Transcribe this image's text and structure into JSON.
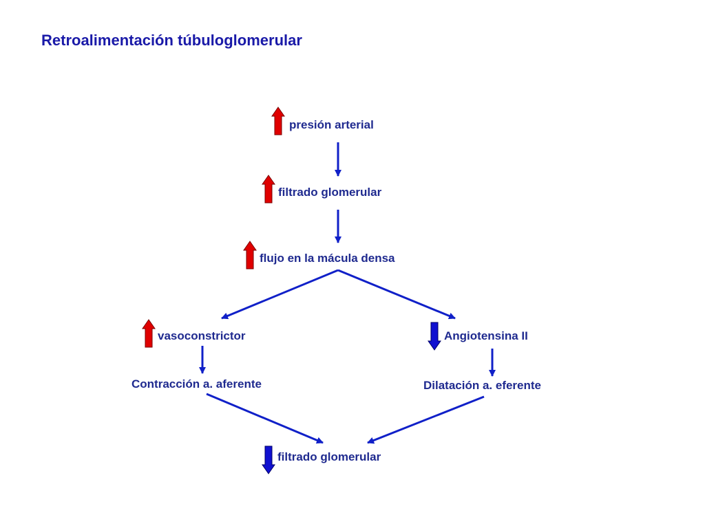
{
  "title": "Retroalimentación túbuloglomerular",
  "colors": {
    "title": "#1a1aa8",
    "text": "#1f2a8f",
    "arrow_line": "#1020c8",
    "increase": "#e00000",
    "decrease": "#1010d0"
  },
  "nodes": {
    "presion": {
      "label": "presión arterial",
      "indicator": "increase"
    },
    "filtrado1": {
      "label": "filtrado glomerular",
      "indicator": "increase"
    },
    "flujo": {
      "label": "flujo en la mácula densa",
      "indicator": "increase"
    },
    "vaso": {
      "label": "vasoconstrictor",
      "indicator": "increase"
    },
    "angio": {
      "label": "Angiotensina II",
      "indicator": "decrease"
    },
    "contraccion": {
      "label": "Contracción a. aferente"
    },
    "dilatacion": {
      "label": "Dilatación a. eferente"
    },
    "filtrado2": {
      "label": "filtrado glomerular",
      "indicator": "decrease"
    }
  }
}
